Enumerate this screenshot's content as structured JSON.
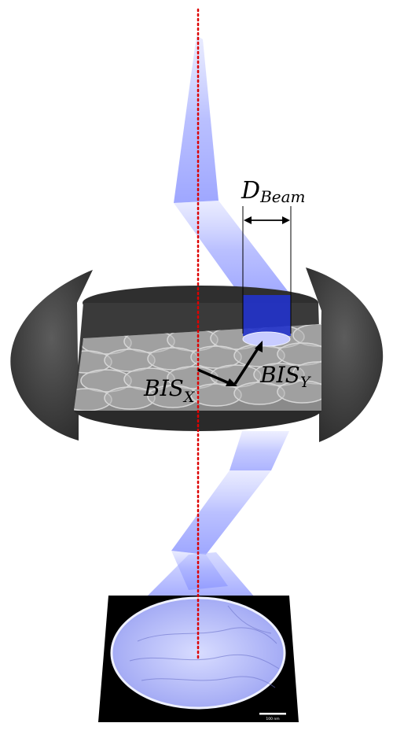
{
  "labels": {
    "beam_diameter": {
      "main": "D",
      "sub": "Beam"
    },
    "bis_x": {
      "main": "BIS",
      "sub": "X"
    },
    "bis_y": {
      "main": "BIS",
      "sub": "Y"
    }
  },
  "micrograph": {
    "scale_bar_label": "100 nm"
  },
  "colors": {
    "beam": "#7f8cff",
    "beam_dark": "#2233cc",
    "optical_axis": "#dd0000",
    "grid": "#3a3a3a",
    "holder": "#4a4a4a",
    "detector": "#000000"
  }
}
